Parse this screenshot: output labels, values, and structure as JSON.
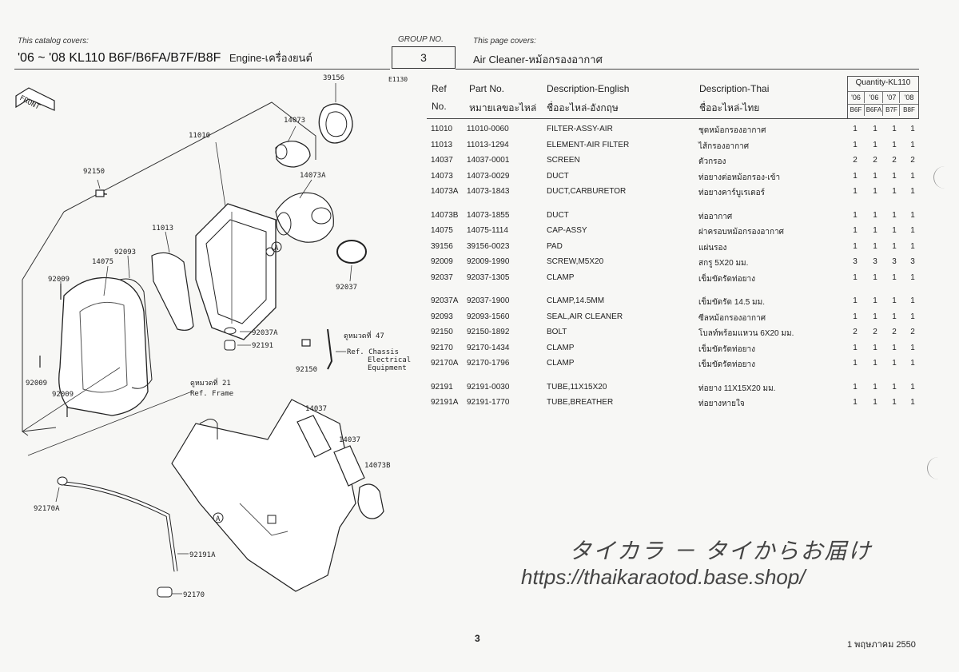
{
  "header": {
    "catalog_label": "This catalog covers:",
    "catalog_title": "'06 ~ '08 KL110 B6F/B6FA/B7F/B8F",
    "engine_label": "Engine-เครื่องยนต์",
    "group_label": "GROUP NO.",
    "group_no": "3",
    "page_covers_label": "This page covers:",
    "page_covers_title": "Air Cleaner-หม้อกรองอากาศ",
    "diagram_code": "E1130"
  },
  "table": {
    "col_ref_1": "Ref",
    "col_ref_2": "No.",
    "col_part_1": "Part No.",
    "col_part_2": "หมายเลขอะไหล่",
    "col_desc_en_1": "Description-English",
    "col_desc_en_2": "ชื่ออะไหล่-อังกฤษ",
    "col_desc_th_1": "Description-Thai",
    "col_desc_th_2": "ชื่ออะไหล่-ไทย",
    "qty_title": "Quantity-KL110",
    "qty_years": [
      "'06",
      "'06",
      "'07",
      "'08"
    ],
    "qty_models": [
      "B6F",
      "B6FA",
      "B7F",
      "B8F"
    ],
    "groups": [
      [
        {
          "ref": "11010",
          "part": "11010-0060",
          "en": "FILTER-ASSY-AIR",
          "th": "ชุดหม้อกรองอากาศ",
          "q": [
            "1",
            "1",
            "1",
            "1"
          ]
        },
        {
          "ref": "11013",
          "part": "11013-1294",
          "en": "ELEMENT-AIR FILTER",
          "th": "ไส้กรองอากาศ",
          "q": [
            "1",
            "1",
            "1",
            "1"
          ]
        },
        {
          "ref": "14037",
          "part": "14037-0001",
          "en": "SCREEN",
          "th": "ตัวกรอง",
          "q": [
            "2",
            "2",
            "2",
            "2"
          ]
        },
        {
          "ref": "14073",
          "part": "14073-0029",
          "en": "DUCT",
          "th": "ท่อยางต่อหม้อกรอง-เข้า",
          "q": [
            "1",
            "1",
            "1",
            "1"
          ]
        },
        {
          "ref": "14073A",
          "part": "14073-1843",
          "en": "DUCT,CARBURETOR",
          "th": "ท่อยางคาร์บูเรเตอร์",
          "q": [
            "1",
            "1",
            "1",
            "1"
          ]
        }
      ],
      [
        {
          "ref": "14073B",
          "part": "14073-1855",
          "en": "DUCT",
          "th": "ท่ออากาศ",
          "q": [
            "1",
            "1",
            "1",
            "1"
          ]
        },
        {
          "ref": "14075",
          "part": "14075-1114",
          "en": "CAP-ASSY",
          "th": "ฝาครอบหม้อกรองอากาศ",
          "q": [
            "1",
            "1",
            "1",
            "1"
          ]
        },
        {
          "ref": "39156",
          "part": "39156-0023",
          "en": "PAD",
          "th": "แผ่นรอง",
          "q": [
            "1",
            "1",
            "1",
            "1"
          ]
        },
        {
          "ref": "92009",
          "part": "92009-1990",
          "en": "SCREW,M5X20",
          "th": "สกรู 5X20 มม.",
          "q": [
            "3",
            "3",
            "3",
            "3"
          ]
        },
        {
          "ref": "92037",
          "part": "92037-1305",
          "en": "CLAMP",
          "th": "เข็มขัดรัดท่อยาง",
          "q": [
            "1",
            "1",
            "1",
            "1"
          ]
        }
      ],
      [
        {
          "ref": "92037A",
          "part": "92037-1900",
          "en": "CLAMP,14.5MM",
          "th": "เข็มขัดรัด 14.5 มม.",
          "q": [
            "1",
            "1",
            "1",
            "1"
          ]
        },
        {
          "ref": "92093",
          "part": "92093-1560",
          "en": "SEAL,AIR CLEANER",
          "th": "ซีลหม้อกรองอากาศ",
          "q": [
            "1",
            "1",
            "1",
            "1"
          ]
        },
        {
          "ref": "92150",
          "part": "92150-1892",
          "en": "BOLT",
          "th": "โบลท์พร้อมแหวน 6X20 มม.",
          "q": [
            "2",
            "2",
            "2",
            "2"
          ]
        },
        {
          "ref": "92170",
          "part": "92170-1434",
          "en": "CLAMP",
          "th": "เข็มขัดรัดท่อยาง",
          "q": [
            "1",
            "1",
            "1",
            "1"
          ]
        },
        {
          "ref": "92170A",
          "part": "92170-1796",
          "en": "CLAMP",
          "th": "เข็มขัดรัดท่อยาง",
          "q": [
            "1",
            "1",
            "1",
            "1"
          ]
        }
      ],
      [
        {
          "ref": "92191",
          "part": "92191-0030",
          "en": "TUBE,11X15X20",
          "th": "ท่อยาง 11X15X20 มม.",
          "q": [
            "1",
            "1",
            "1",
            "1"
          ]
        },
        {
          "ref": "92191A",
          "part": "92191-1770",
          "en": "TUBE,BREATHER",
          "th": "ท่อยางหายใจ",
          "q": [
            "1",
            "1",
            "1",
            "1"
          ]
        }
      ]
    ]
  },
  "diagram": {
    "front": "FRONT",
    "labels": {
      "p39156": "39156",
      "p11010": "11010",
      "p14073": "14073",
      "p14073A": "14073A",
      "p92150": "92150",
      "p11013": "11013",
      "p92093": "92093",
      "p14075": "14075",
      "p92009a": "92009",
      "p92009b": "92009",
      "p92009c": "92009",
      "p92037": "92037",
      "p92037A": "92037A",
      "p92191": "92191",
      "p92150b": "92150",
      "p14037a": "14037",
      "p14037b": "14037",
      "p14073B": "14073B",
      "p92170A": "92170A",
      "p92191A": "92191A",
      "p92170": "92170",
      "markA1": "A",
      "markA2": "A"
    },
    "ref47_th": "ดูหมวดที่ 47",
    "ref47_1": "Ref. Chassis",
    "ref47_2": "Electrical",
    "ref47_3": "Equipment",
    "ref21_th": "ดูหมวดที่ 21",
    "ref21_1": "Ref. Frame"
  },
  "watermark": {
    "line1": "タイカラ － タイからお届け",
    "line2": "https://thaikaraotod.base.shop/"
  },
  "footer": {
    "page_no": "3",
    "date": "1 พฤษภาคม 2550"
  }
}
